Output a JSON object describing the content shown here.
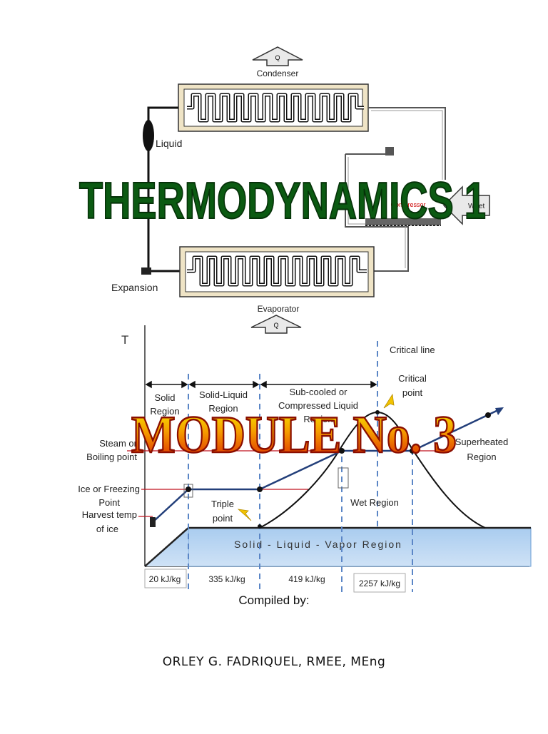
{
  "cover": {
    "title": "THERMODYNAMICS 1",
    "module": "MODULE No. 3",
    "compiled_label": "Compiled by:",
    "author": "ORLEY G. FADRIQUEL, RMEE, MEng"
  },
  "refrigeration_diagram": {
    "heat_out": "Q",
    "condenser": "Condenser",
    "liquid": "Liquid",
    "expansion": "Expansion",
    "evaporator": "Evaporator",
    "heat_in": "Q",
    "compressor": "Compressor",
    "work_in": "Wnet"
  },
  "phase_diagram": {
    "axis_t": "T",
    "critical_line": "Critical line",
    "critical_point_1": "Critical",
    "critical_point_2": "point",
    "solid_region_1": "Solid",
    "solid_region_2": "Region",
    "solid_liquid_1": "Solid-Liquid",
    "solid_liquid_2": "Region",
    "subcooled_1": "Sub-cooled or",
    "subcooled_2": "Compressed Liquid",
    "subcooled_3": "Region",
    "steam_1": "Steam or",
    "steam_2": "Boiling point",
    "ice_1": "Ice or Freezing",
    "ice_2": "Point",
    "harvest_1": "Harvest temp",
    "harvest_2": "of ice",
    "triple_1": "Triple",
    "triple_2": "point",
    "superheated_1": "Superheated",
    "superheated_2": "Region",
    "wet_region": "Wet Region",
    "slv_region": "Solid - Liquid - Vapor Region",
    "energies": [
      "20 kJ/kg",
      "335 kJ/kg",
      "419 kJ/kg",
      "2257 kJ/kg"
    ]
  }
}
